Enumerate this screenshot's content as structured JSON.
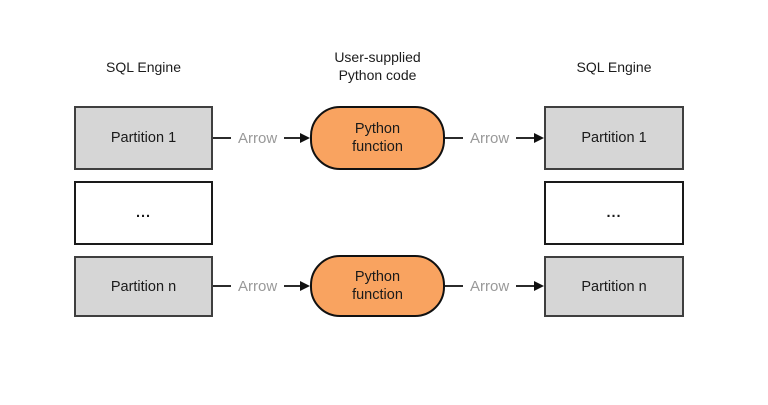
{
  "colors": {
    "background": "#ffffff",
    "partition_fill": "#d6d6d6",
    "partition_border": "#3f3f3f",
    "ellipsis_fill": "#ffffff",
    "ellipsis_border": "#1a1a1a",
    "python_fill": "#f9a360",
    "python_border": "#111111",
    "arrow_line": "#2b2b2b",
    "arrow_label": "#999999",
    "heading_text": "#1c1c1c"
  },
  "headings": {
    "left": "SQL Engine",
    "middle": [
      "User-supplied",
      "Python code"
    ],
    "right": "SQL Engine"
  },
  "left_column": {
    "rows": [
      "Partition 1",
      "...",
      "Partition n"
    ]
  },
  "right_column": {
    "rows": [
      "Partition 1",
      "...",
      "Partition n"
    ]
  },
  "python_nodes": [
    [
      "Python",
      "function"
    ],
    [
      "Python",
      "function"
    ]
  ],
  "arrow_labels": [
    "Arrow",
    "Arrow",
    "Arrow",
    "Arrow"
  ]
}
